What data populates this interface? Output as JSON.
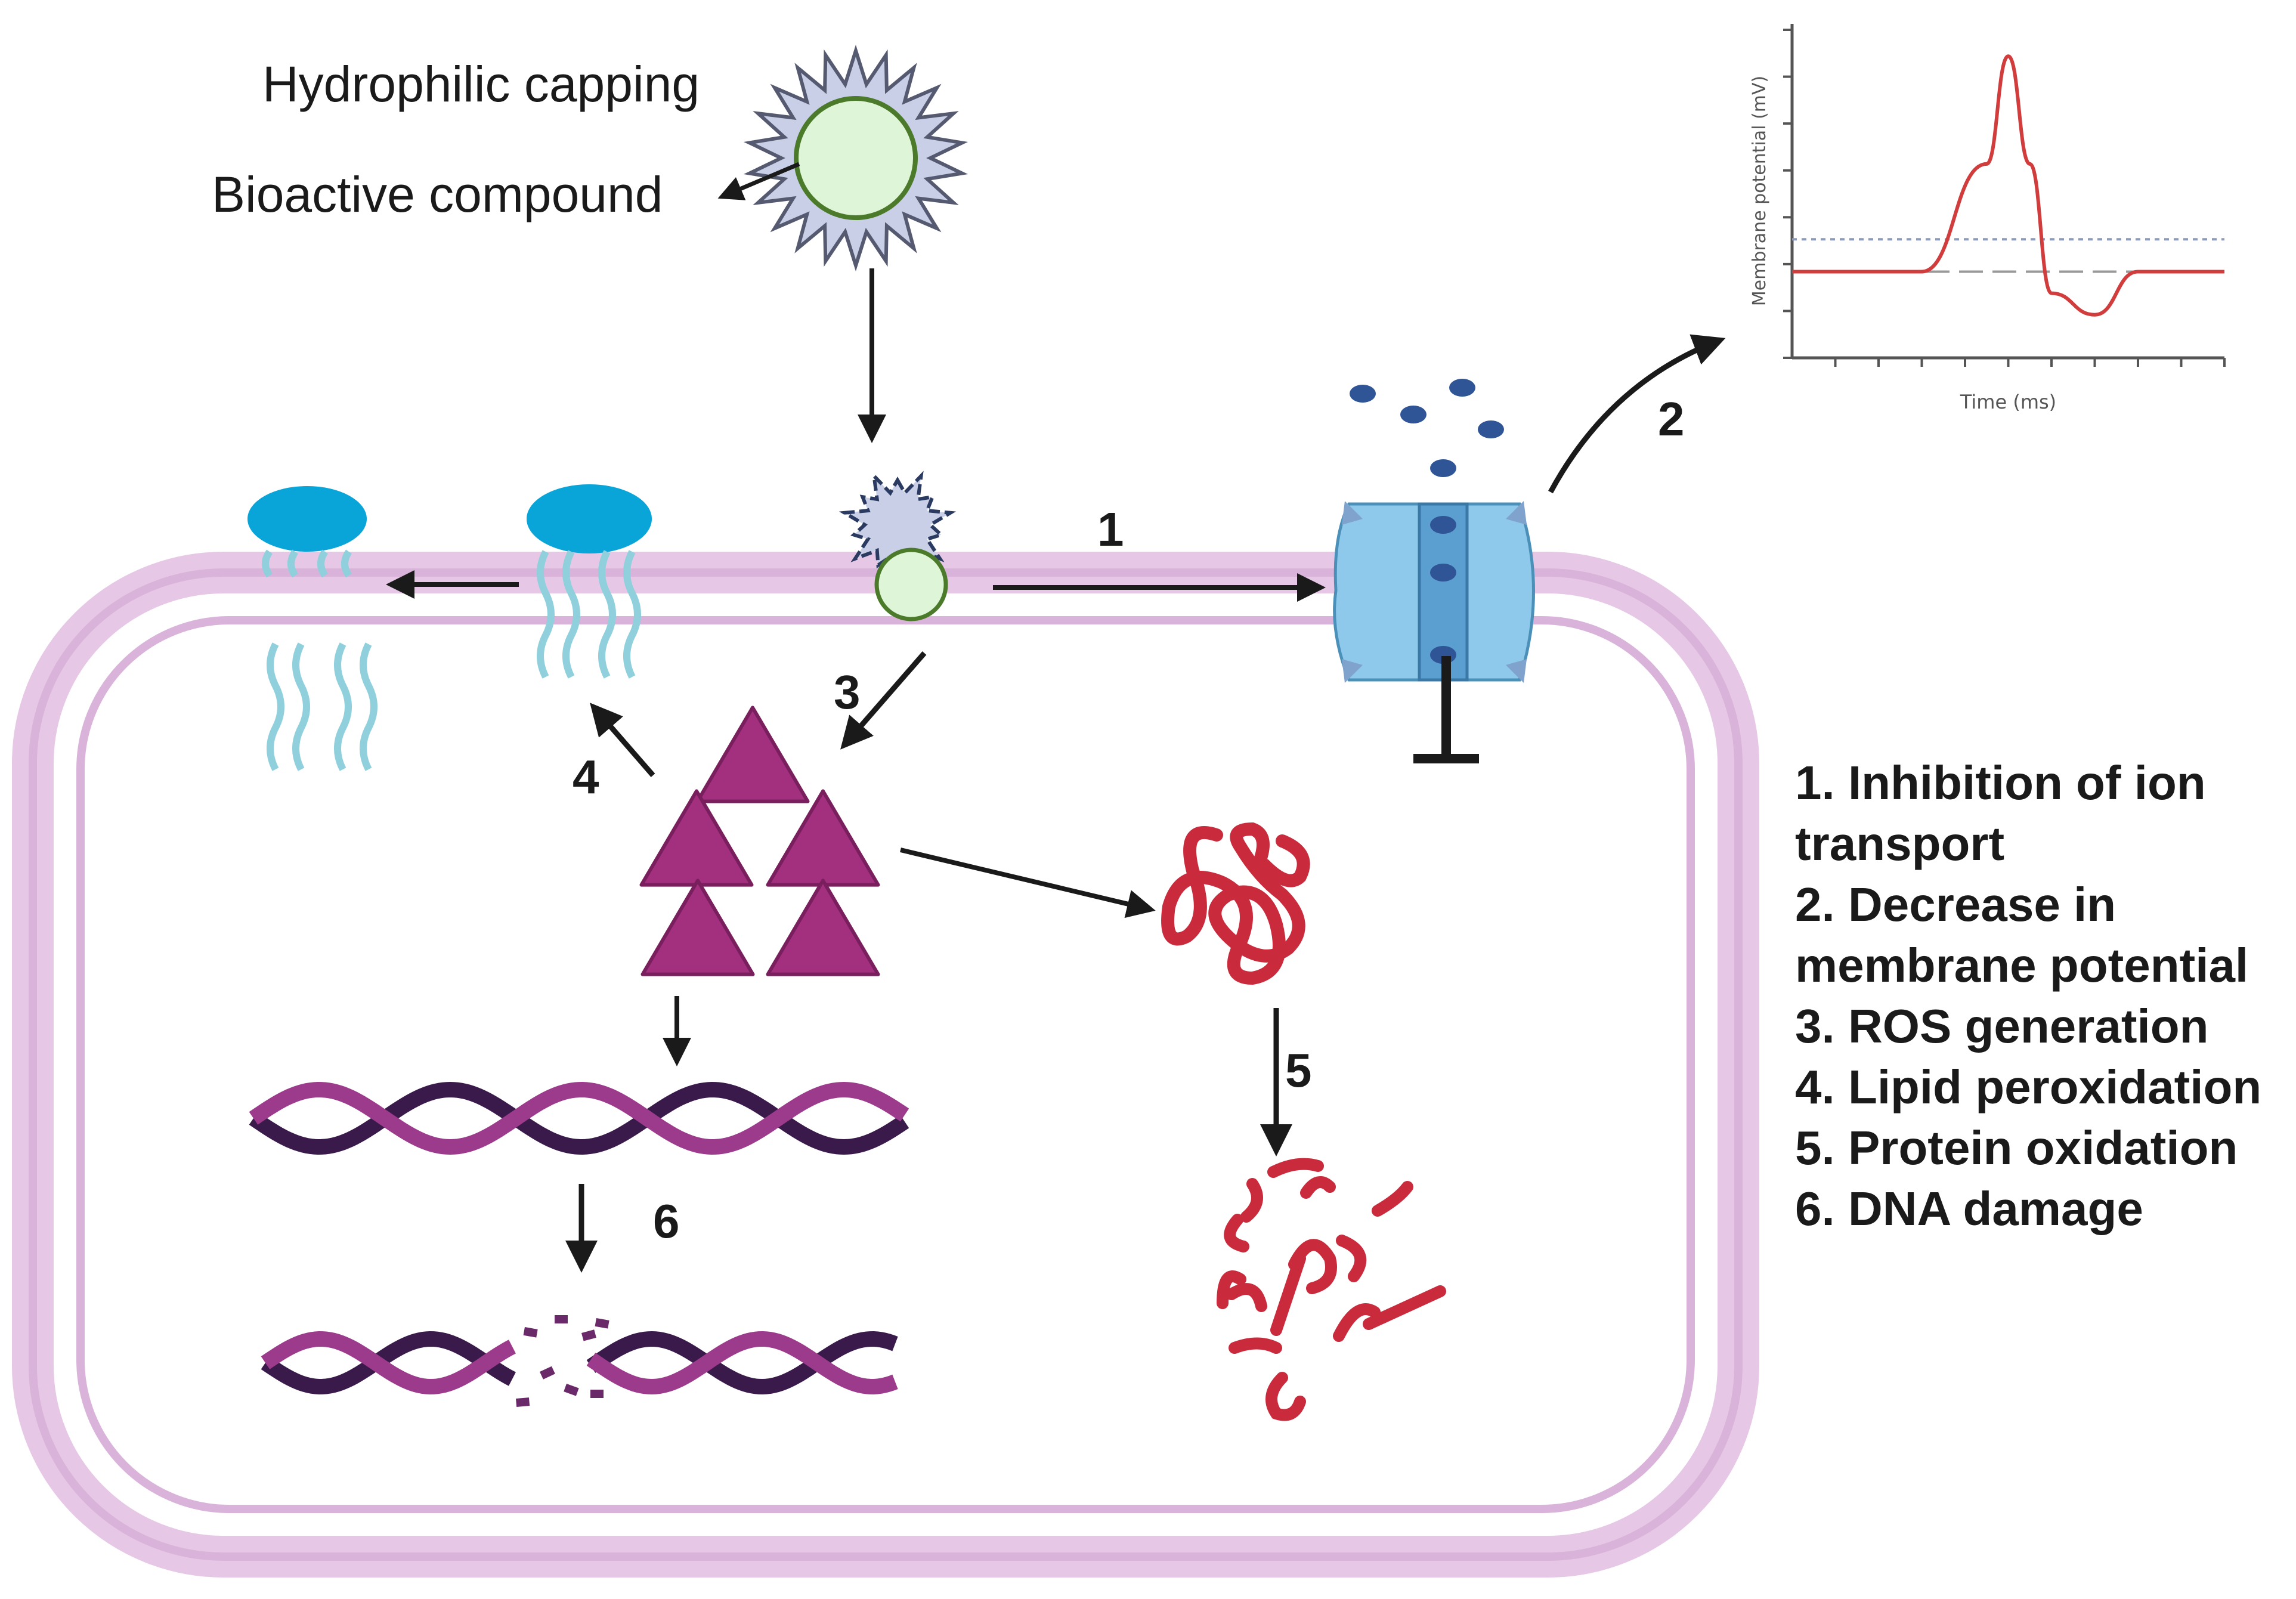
{
  "labels": {
    "capping": "Hydrophilic capping",
    "compound": "Bioactive compound"
  },
  "steps": {
    "s1": "1",
    "s2": "2",
    "s3": "3",
    "s4": "4",
    "s5": "5",
    "s6": "6"
  },
  "legend": [
    "1. Inhibition of ion",
    "transport",
    "2. Decrease in",
    "membrane potential",
    "3. ROS generation",
    "4. Lipid peroxidation",
    "5. Protein oxidation",
    "6. DNA damage"
  ],
  "chart_data": {
    "type": "line",
    "xlabel": "Time (ms)",
    "ylabel": "Membrane potential (mV)",
    "series": [
      {
        "x": [
          0,
          30,
          45,
          50,
          55,
          60,
          70,
          80,
          90,
          100
        ],
        "y": [
          -70,
          -70,
          -20,
          30,
          -20,
          -80,
          -90,
          -70,
          -70,
          -70
        ]
      }
    ]
  },
  "colors": {
    "membrane": "#e6c8e6",
    "membrane_dark": "#d9b3da",
    "channel": "#8ec8ea",
    "ion": "#2f5597",
    "ros": "#a2307e",
    "protein": "#c92a3c",
    "dna_light": "#9c3a8c",
    "dna_dark": "#3a1a4a",
    "nanoparticle": "#dff5d8",
    "capping": "#c9cfe6",
    "lipid_head": "#0aa5d8",
    "lipid_tail": "#8fd0dc",
    "curve": "#d13c3c"
  }
}
